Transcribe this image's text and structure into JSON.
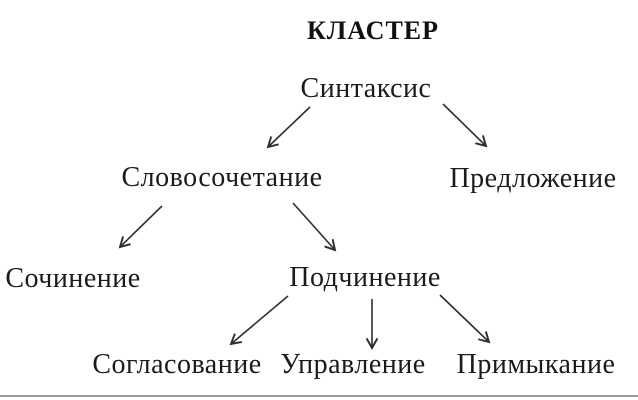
{
  "diagram": {
    "title": "КЛАСТЕР",
    "nodes": {
      "syntax": {
        "label": "Синтаксис"
      },
      "phrase": {
        "label": "Словосочетание"
      },
      "sentence": {
        "label": "Предложение"
      },
      "coordination": {
        "label": "Сочинение"
      },
      "subordination": {
        "label": "Подчинение"
      },
      "agreement": {
        "label": "Согласование"
      },
      "government": {
        "label": "Управление"
      },
      "adjunction": {
        "label": "Примыкание"
      }
    },
    "edges": [
      {
        "from": "syntax",
        "to": "phrase"
      },
      {
        "from": "syntax",
        "to": "sentence"
      },
      {
        "from": "phrase",
        "to": "coordination"
      },
      {
        "from": "phrase",
        "to": "subordination"
      },
      {
        "from": "subordination",
        "to": "agreement"
      },
      {
        "from": "subordination",
        "to": "government"
      },
      {
        "from": "subordination",
        "to": "adjunction"
      }
    ],
    "colors": {
      "text": "#1b1b1b",
      "arrow": "#2e2e2e",
      "background": "#ffffff",
      "bottom_rule": "#9c9c9c"
    }
  }
}
